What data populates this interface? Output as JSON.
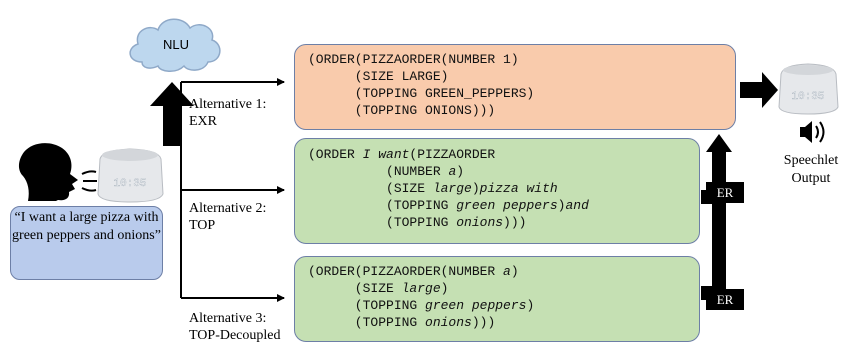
{
  "nlu": {
    "label": "NLU"
  },
  "user": {
    "quote": "“I want a large pizza with green peppers and onions”"
  },
  "device_display": "10:35",
  "alternatives": [
    {
      "label_line1": "Alternative 1:",
      "label_line2": "EXR",
      "color": "#f9cbac",
      "lines": [
        [
          {
            "t": "(ORDER(PIZZAORDER(NUMBER 1)"
          }
        ],
        [
          {
            "t": "      (SIZE LARGE)"
          }
        ],
        [
          {
            "t": "      (TOPPING GREEN_PEPPERS)"
          }
        ],
        [
          {
            "t": "      (TOPPING ONIONS)))"
          }
        ]
      ]
    },
    {
      "label_line1": "Alternative 2:",
      "label_line2": "TOP",
      "color": "#c5e0b3",
      "lines": [
        [
          {
            "t": "(ORDER "
          },
          {
            "t": "I want",
            "i": true
          },
          {
            "t": "(PIZZAORDER"
          }
        ],
        [
          {
            "t": "          (NUMBER "
          },
          {
            "t": "a",
            "i": true
          },
          {
            "t": ")"
          }
        ],
        [
          {
            "t": "          (SIZE "
          },
          {
            "t": "large",
            "i": true
          },
          {
            "t": ")"
          },
          {
            "t": "pizza with",
            "i": true
          }
        ],
        [
          {
            "t": "          (TOPPING "
          },
          {
            "t": "green peppers",
            "i": true
          },
          {
            "t": ")"
          },
          {
            "t": "and",
            "i": true
          }
        ],
        [
          {
            "t": "          (TOPPING "
          },
          {
            "t": "onions",
            "i": true
          },
          {
            "t": ")))"
          }
        ]
      ]
    },
    {
      "label_line1": "Alternative 3:",
      "label_line2": "TOP-Decoupled",
      "color": "#c5e0b3",
      "lines": [
        [
          {
            "t": "(ORDER(PIZZAORDER(NUMBER "
          },
          {
            "t": "a",
            "i": true
          },
          {
            "t": ")"
          }
        ],
        [
          {
            "t": "      (SIZE "
          },
          {
            "t": "large",
            "i": true
          },
          {
            "t": ")"
          }
        ],
        [
          {
            "t": "      (TOPPING "
          },
          {
            "t": "green peppers",
            "i": true
          },
          {
            "t": ")"
          }
        ],
        [
          {
            "t": "      (TOPPING "
          },
          {
            "t": "onions",
            "i": true
          },
          {
            "t": ")))"
          }
        ]
      ]
    }
  ],
  "er_labels": [
    "ER",
    "ER"
  ],
  "output": {
    "line1": "Speechlet",
    "line2": "Output"
  }
}
